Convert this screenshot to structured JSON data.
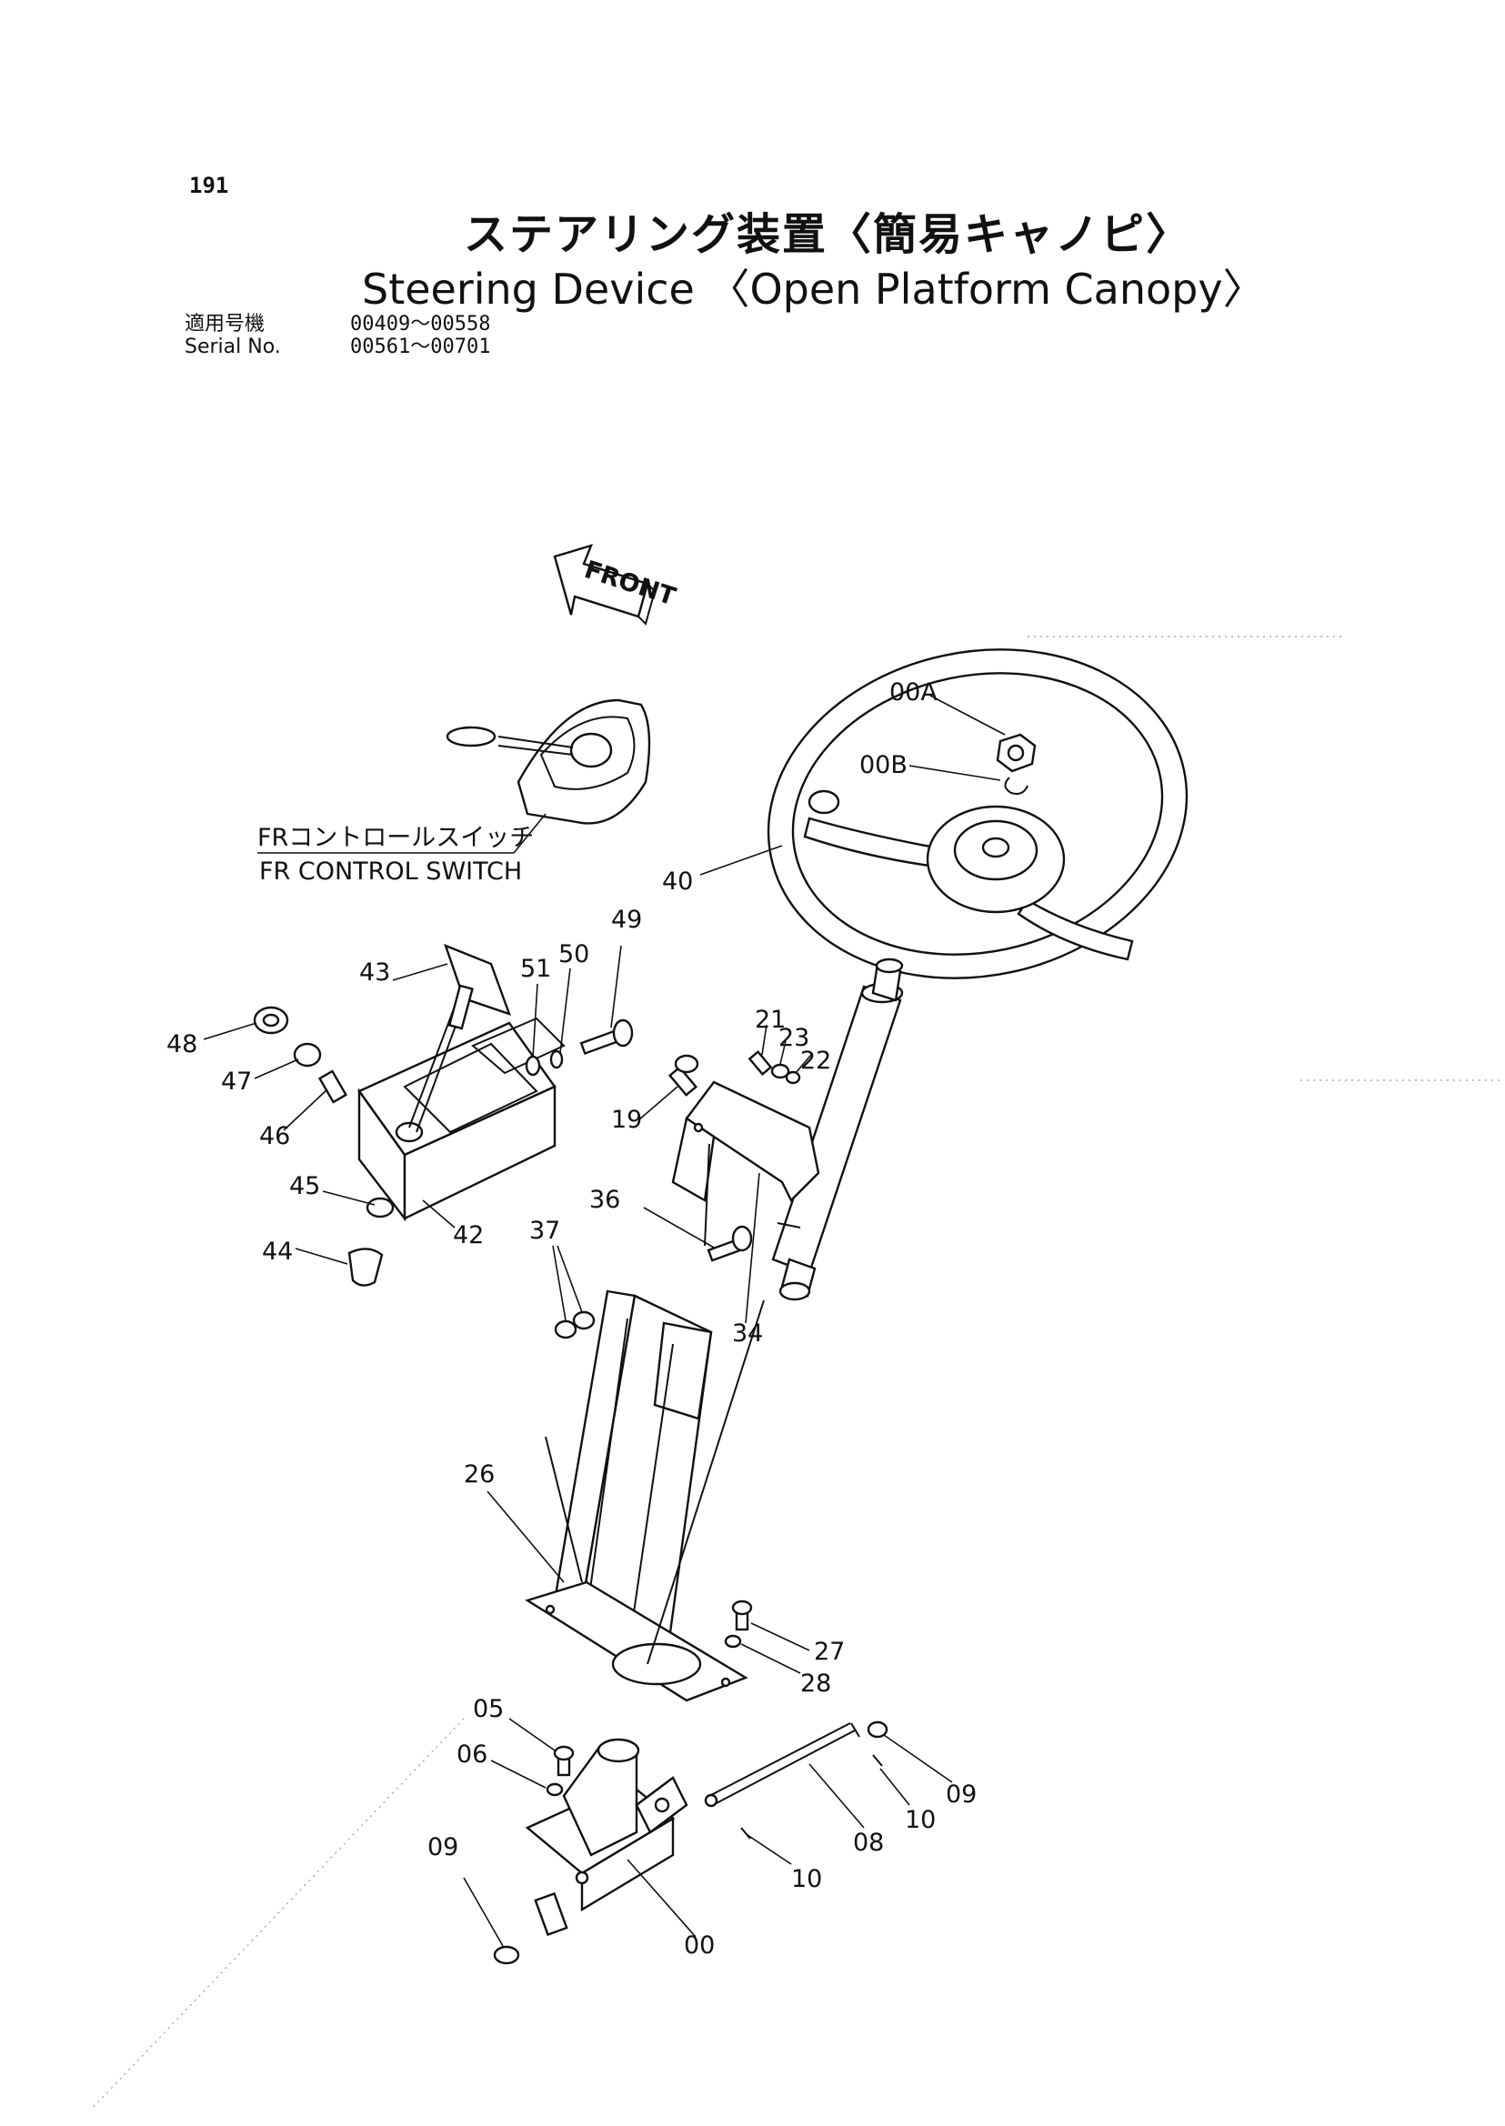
{
  "page_number": "191",
  "title_jp": "ステアリング装置〈簡易キャノピ〉",
  "title_en": "Steering Device 〈Open Platform Canopy〉",
  "serial": {
    "label_jp": "適用号機",
    "label_en": "Serial No.",
    "range_1": "00409～00558",
    "range_2": "00561～00701"
  },
  "front_arrow_label": "FRONT",
  "fr_switch": {
    "label_jp": "FRコントロールスイッチ",
    "label_en": "FR CONTROL SWITCH"
  },
  "callouts": {
    "00A": "00A",
    "00B": "00B",
    "40": "40",
    "49": "49",
    "50": "50",
    "51": "51",
    "43": "43",
    "48": "48",
    "47": "47",
    "46": "46",
    "45": "45",
    "42": "42",
    "44": "44",
    "21": "21",
    "23": "23",
    "22": "22",
    "19": "19",
    "36": "36",
    "37": "37",
    "34": "34",
    "26": "26",
    "27": "27",
    "28": "28",
    "05": "05",
    "06": "06",
    "09a": "09",
    "09b": "09",
    "10a": "10",
    "10b": "10",
    "08": "08",
    "00": "00"
  }
}
